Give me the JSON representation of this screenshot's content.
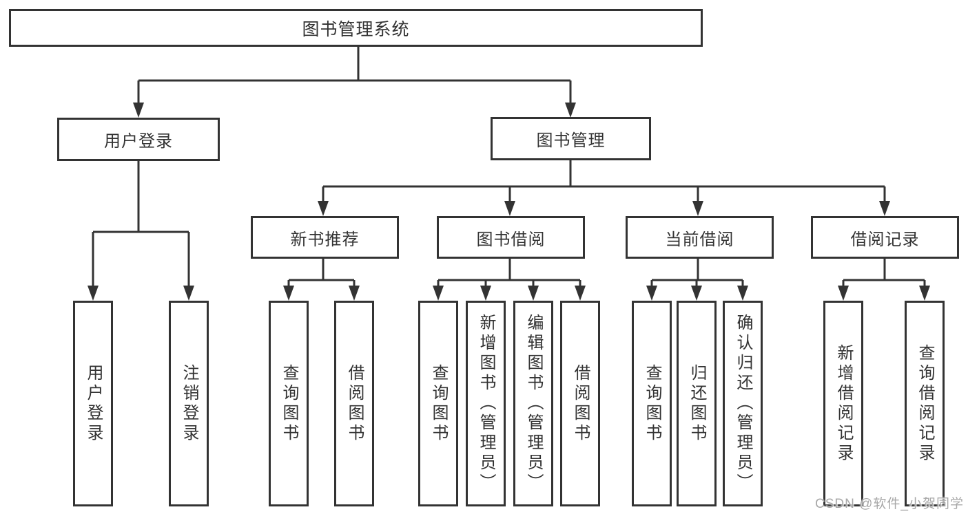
{
  "diagram": {
    "title": "图书管理系统",
    "tree": {
      "label": "图书管理系统",
      "children": [
        {
          "label": "用户登录",
          "children": [
            {
              "label": "用户登录"
            },
            {
              "label": "注销登录"
            }
          ]
        },
        {
          "label": "图书管理",
          "children": [
            {
              "label": "新书推荐",
              "children": [
                {
                  "label": "查询图书"
                },
                {
                  "label": "借阅图书"
                }
              ]
            },
            {
              "label": "图书借阅",
              "children": [
                {
                  "label": "查询图书"
                },
                {
                  "label": "新增图书（管理员）"
                },
                {
                  "label": "编辑图书（管理员）"
                },
                {
                  "label": "借阅图书"
                }
              ]
            },
            {
              "label": "当前借阅",
              "children": [
                {
                  "label": "查询图书"
                },
                {
                  "label": "归还图书"
                },
                {
                  "label": "确认归还（管理员）"
                }
              ]
            },
            {
              "label": "借阅记录",
              "children": [
                {
                  "label": "新增借阅记录"
                },
                {
                  "label": "查询借阅记录"
                }
              ]
            }
          ]
        }
      ]
    },
    "colors": {
      "line": "#333333",
      "text": "#333333",
      "box_background": "#ffffff",
      "page_background": "#ffffff",
      "watermark": "#a8a8a8"
    },
    "watermark": {
      "text": "CSDN @软件_小贺同学"
    }
  }
}
